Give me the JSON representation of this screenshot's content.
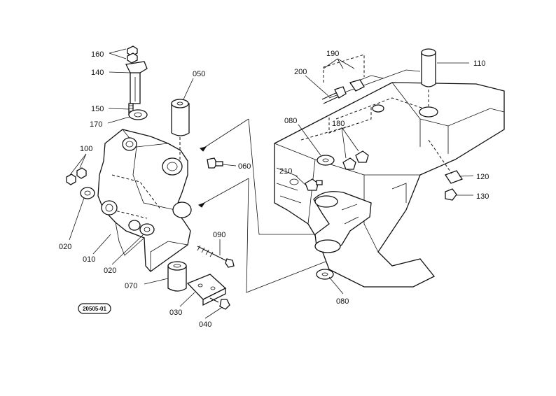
{
  "diagram": {
    "stamp": "20505-01",
    "callouts": [
      {
        "id": "c160",
        "text": "160"
      },
      {
        "id": "c140",
        "text": "140"
      },
      {
        "id": "c150",
        "text": "150"
      },
      {
        "id": "c170",
        "text": "170"
      },
      {
        "id": "c100",
        "text": "100"
      },
      {
        "id": "c020a",
        "text": "020"
      },
      {
        "id": "c010",
        "text": "010"
      },
      {
        "id": "c020b",
        "text": "020"
      },
      {
        "id": "c070",
        "text": "070"
      },
      {
        "id": "c030",
        "text": "030"
      },
      {
        "id": "c040",
        "text": "040"
      },
      {
        "id": "c050",
        "text": "050"
      },
      {
        "id": "c060",
        "text": "060"
      },
      {
        "id": "c090",
        "text": "090"
      },
      {
        "id": "c190",
        "text": "190"
      },
      {
        "id": "c200",
        "text": "200"
      },
      {
        "id": "c080a",
        "text": "080"
      },
      {
        "id": "c180",
        "text": "180"
      },
      {
        "id": "c210",
        "text": "210"
      },
      {
        "id": "c080b",
        "text": "080"
      },
      {
        "id": "c110",
        "text": "110"
      },
      {
        "id": "c120",
        "text": "120"
      },
      {
        "id": "c130",
        "text": "130"
      }
    ]
  }
}
